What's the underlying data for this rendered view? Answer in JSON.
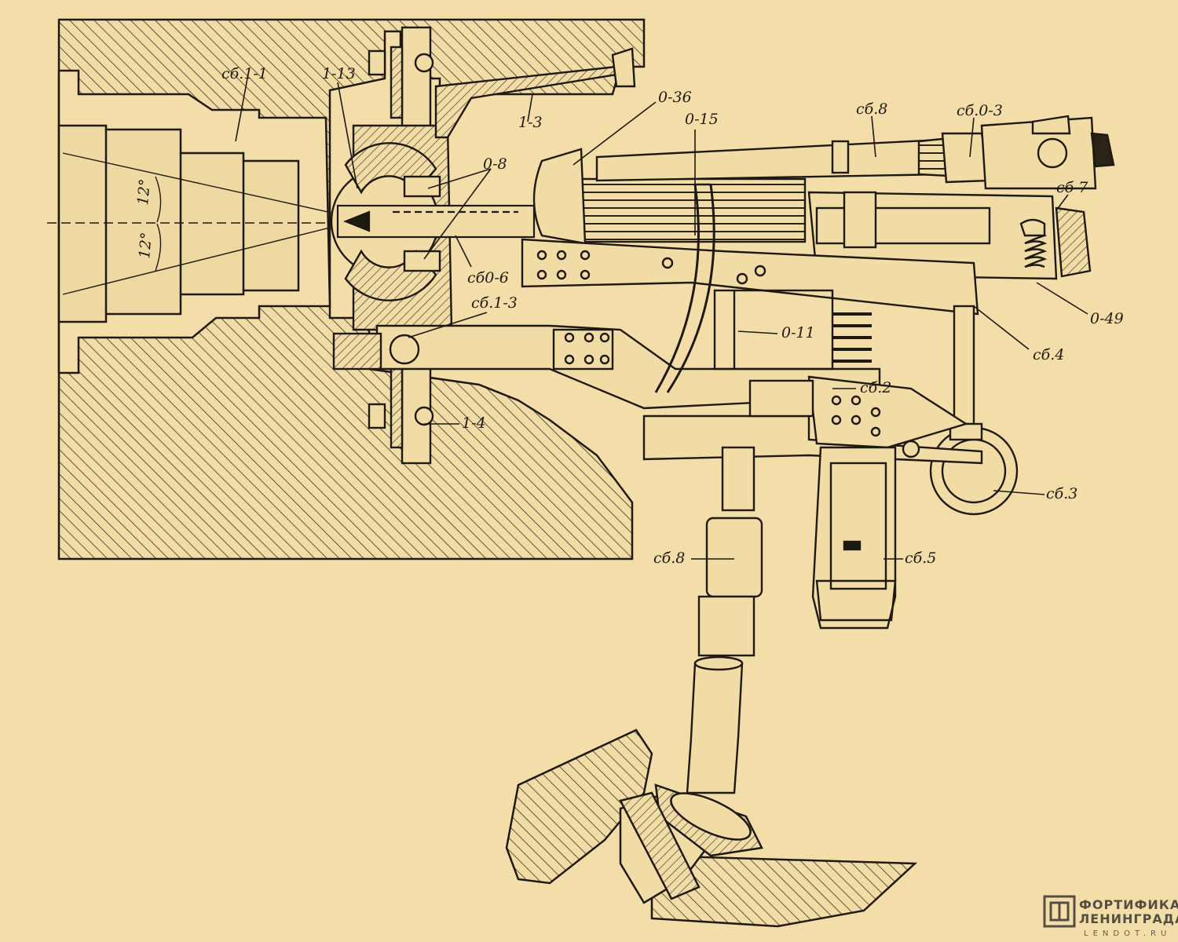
{
  "labels": {
    "sb1_1": "сб.1-1",
    "p1_13": "1-13",
    "p1_3": "1-3",
    "p0_36": "0-36",
    "p0_15": "0-15",
    "sb8_top": "сб.8",
    "sb0_3": "сб.0-3",
    "p0_8": "0-8",
    "sb7": "сб 7",
    "angle_up": "12°",
    "angle_down": "12°",
    "sb0_6": "сб0-6",
    "sb1_3": "сб.1-3",
    "p0_49": "0-49",
    "p0_11": "0-11",
    "sb4": "сб.4",
    "sb2": "сб.2",
    "p1_4": "1-4",
    "sb3": "сб.3",
    "sb8_bottom": "сб.8",
    "sb5": "сб.5"
  },
  "watermark": {
    "line1": "ФОРТИФИКАЦИЯ",
    "line2": "ЛЕНИНГРАДА",
    "line3": "LENDOT.RU"
  },
  "colors": {
    "paper": "#f3deaa",
    "ink": "#1e1a12",
    "hatch": "#3b3424"
  }
}
